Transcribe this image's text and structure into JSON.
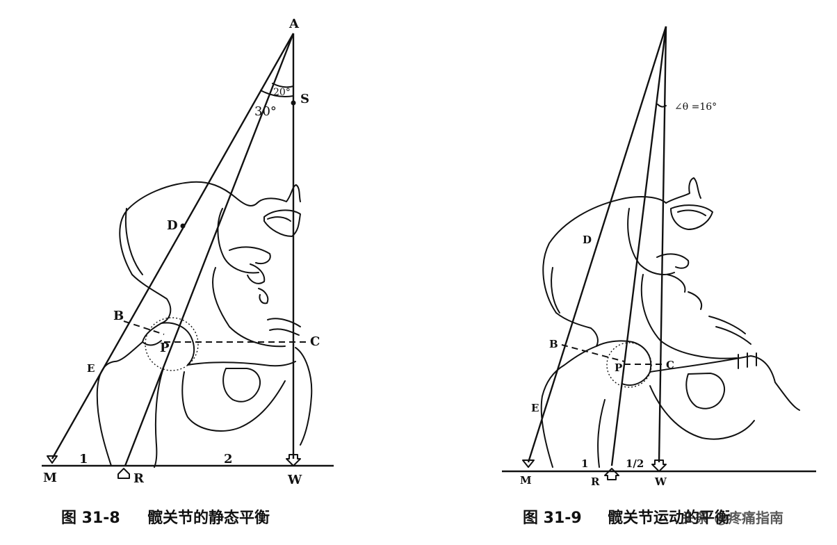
{
  "figure_left": {
    "points": {
      "A": "A",
      "S": "S",
      "D": "D",
      "B": "B",
      "P": "P",
      "C": "C",
      "E": "E",
      "M": "M",
      "R": "R",
      "W": "W"
    },
    "angle_inner": "20°",
    "angle_outer": "30°",
    "segment_1": "1",
    "segment_2": "2",
    "caption_number": "图 31-8",
    "caption_text": "髋关节的静态平衡"
  },
  "figure_right": {
    "points": {
      "D": "D",
      "B": "B",
      "P": "P",
      "C": "C",
      "E": "E",
      "M": "M",
      "R": "R",
      "W": "W"
    },
    "angle_label": "∠θ =16°",
    "segment_1": "1",
    "segment_half": "1/2",
    "caption_number": "图 31-9",
    "caption_text": "髋关节运动的平衡"
  },
  "watermark": "头条 @疼痛指南"
}
